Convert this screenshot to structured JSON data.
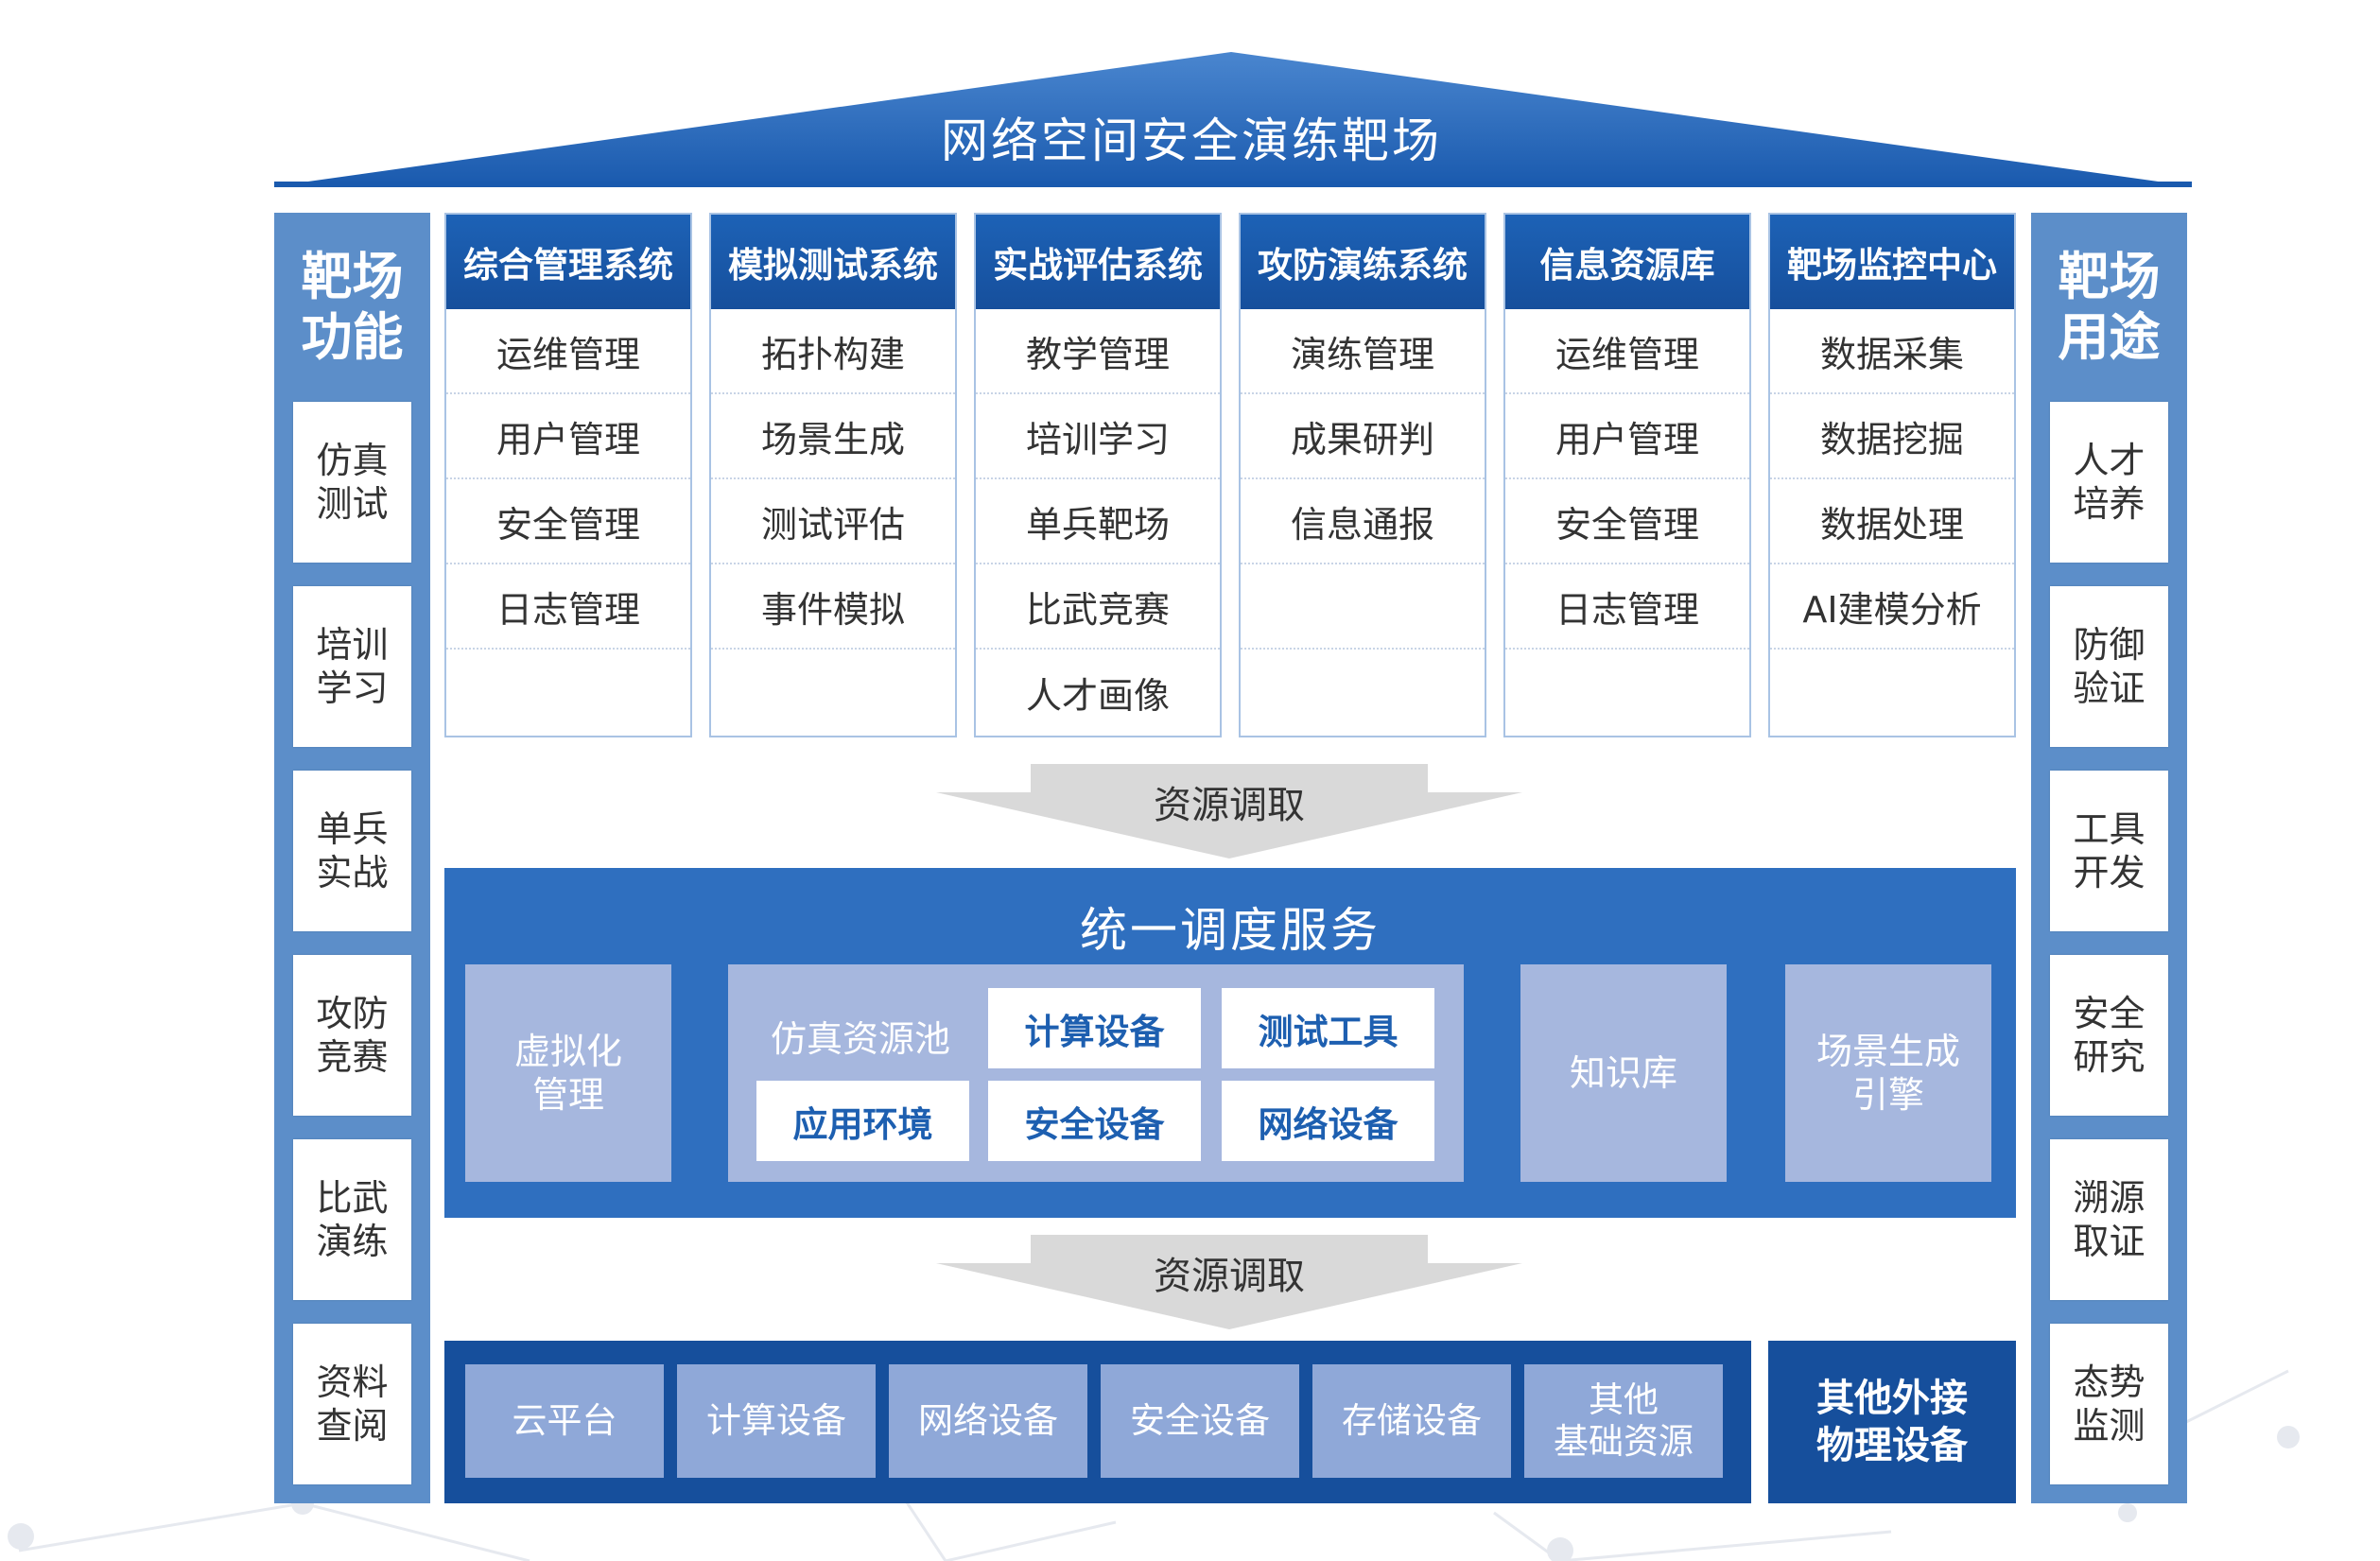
{
  "title": "网络空间安全演练靶场",
  "left_column": {
    "heading": "靶场\n功能",
    "items": [
      "仿真\n测试",
      "培训\n学习",
      "单兵\n实战",
      "攻防\n竞赛",
      "比武\n演练",
      "资料\n查阅"
    ]
  },
  "right_column": {
    "heading": "靶场\n用途",
    "items": [
      "人才\n培养",
      "防御\n验证",
      "工具\n开发",
      "安全\n研究",
      "溯源\n取证",
      "态势\n监测"
    ]
  },
  "systems": [
    {
      "title": "综合管理系统",
      "items": [
        "运维管理",
        "用户管理",
        "安全管理",
        "日志管理",
        ""
      ]
    },
    {
      "title": "模拟测试系统",
      "items": [
        "拓扑构建",
        "场景生成",
        "测试评估",
        "事件模拟",
        ""
      ]
    },
    {
      "title": "实战评估系统",
      "items": [
        "教学管理",
        "培训学习",
        "单兵靶场",
        "比武竞赛",
        "人才画像"
      ]
    },
    {
      "title": "攻防演练系统",
      "items": [
        "演练管理",
        "成果研判",
        "信息通报",
        "",
        ""
      ]
    },
    {
      "title": "信息资源库",
      "items": [
        "运维管理",
        "用户管理",
        "安全管理",
        "日志管理",
        ""
      ]
    },
    {
      "title": "靶场监控中心",
      "items": [
        "数据采集",
        "数据挖掘",
        "数据处理",
        "AI建模分析",
        ""
      ]
    }
  ],
  "arrow_label_1": "资源调取",
  "arrow_label_2": "资源调取",
  "service": {
    "title": "统一调度服务",
    "virtualization": "虚拟化\n管理",
    "pool_label": "仿真资源池",
    "pool_items": [
      "计算设备",
      "测试工具",
      "应用环境",
      "安全设备",
      "网络设备"
    ],
    "knowledge": "知识库",
    "scenario_engine": "场景生成\n引擎"
  },
  "resources": {
    "items": [
      "云平台",
      "计算设备",
      "网络设备",
      "安全设备",
      "存储设备",
      "其他\n基础资源"
    ],
    "external": "其他外接\n物理设备"
  },
  "colors": {
    "dark_blue": "#164f9c",
    "mid_blue": "#2f6fbf",
    "side_blue": "#5c8ec9",
    "light_purple": "#a6b7de"
  }
}
